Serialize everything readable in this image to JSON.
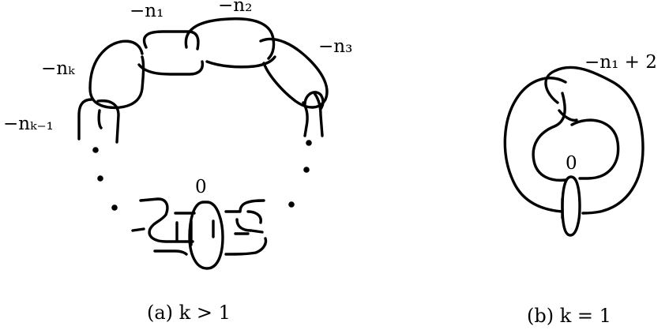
{
  "panel_a": {
    "labels": {
      "n1": "−n₁",
      "n2": "−n₂",
      "n3": "−n₃",
      "nk": "−nₖ",
      "nk1": "−nₖ₋₁",
      "zero": "0"
    },
    "caption": "(a) k > 1"
  },
  "panel_b": {
    "labels": {
      "framing": "−n₁ + 2",
      "zero": "0"
    },
    "caption": "(b) k = 1"
  }
}
